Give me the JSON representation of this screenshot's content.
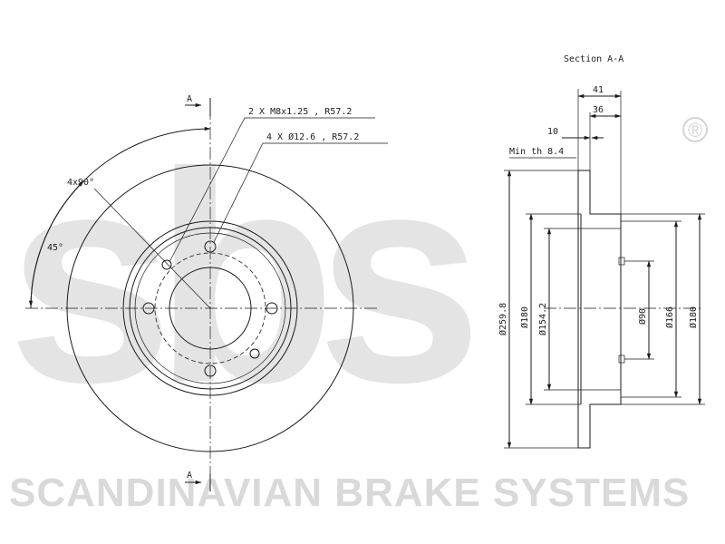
{
  "watermark": {
    "logo_text": "sbs",
    "registered_mark": "®",
    "brand_name": "SCANDINAVIAN BRAKE SYSTEMS",
    "color": "#d9d9d9"
  },
  "front_view": {
    "section_marker_top": "A",
    "section_marker_bottom": "A",
    "angle_bolts": "4x90°",
    "angle_offset": "45°",
    "thread_callout": "2 X M8x1.25 , R57.2",
    "hole_callout": "4 X Ø12.6 , R57.2"
  },
  "section_view": {
    "title": "Section A-A",
    "dim_41": "41",
    "dim_36": "36",
    "dim_10": "10",
    "min_thickness": "Min th 8.4",
    "dia_259_8": "Ø259.8",
    "dia_180_left": "Ø180",
    "dia_154_2": "Ø154.2",
    "dia_90": "Ø90",
    "dia_166": "Ø166",
    "dia_180_right": "Ø180"
  }
}
